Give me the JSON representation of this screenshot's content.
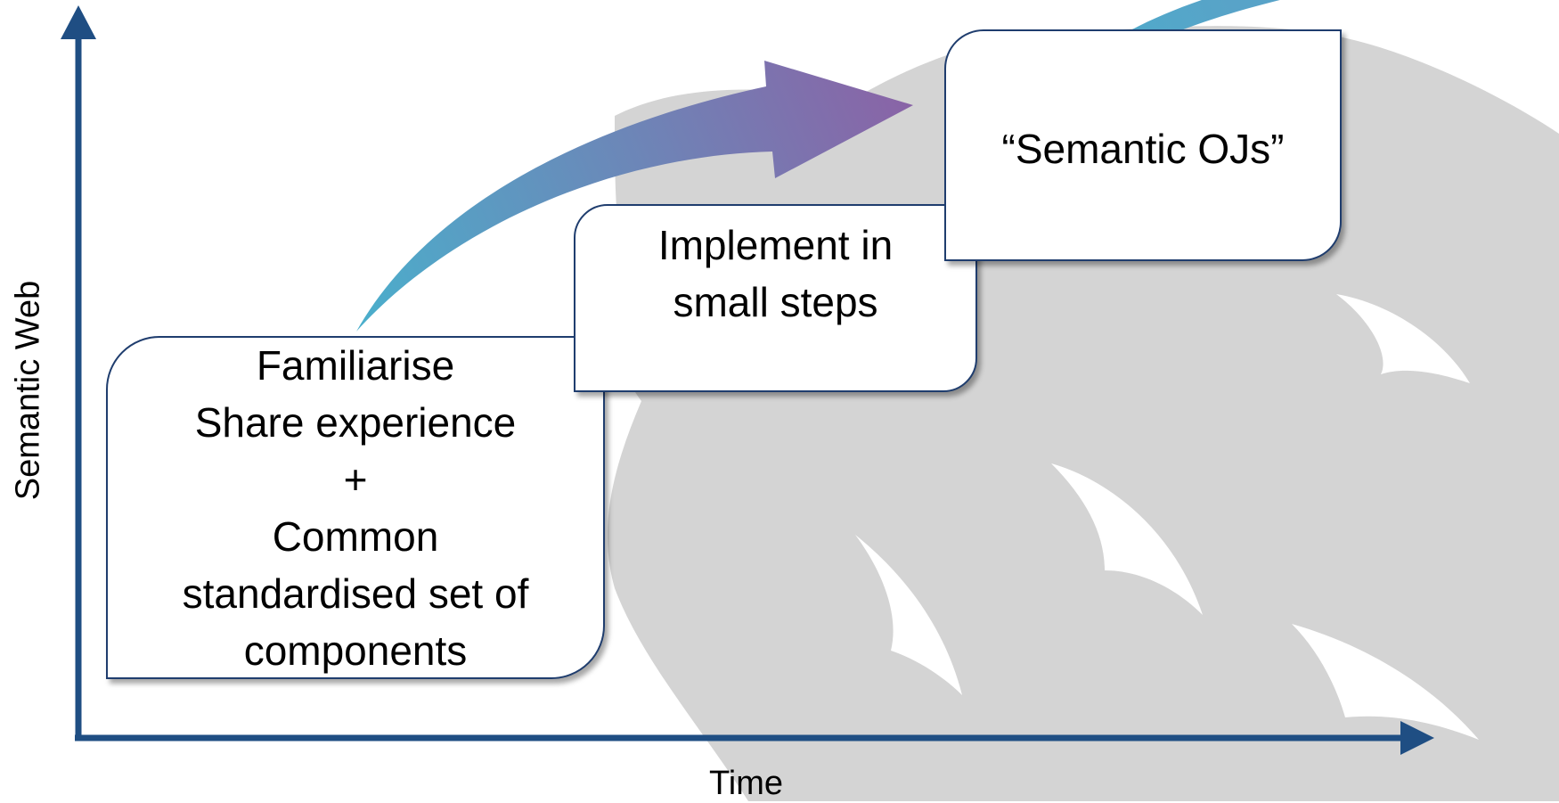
{
  "colors": {
    "axis": "#1f4e83",
    "box_border": "#1f3d6e",
    "watermark": "#d4d4d4",
    "arrow_start": "#4aafcc",
    "arrow_end": "#8a63a6"
  },
  "axes": {
    "x_label": "Time",
    "y_label": "Semantic Web"
  },
  "boxes": {
    "familiarise": {
      "lines": [
        "Familiarise",
        "Share experience",
        "+",
        "Common",
        "standardised set of",
        "components"
      ]
    },
    "implement": {
      "lines": [
        "Implement in",
        "small steps"
      ]
    },
    "semantic_ojs": {
      "lines": [
        "“Semantic OJs”"
      ]
    }
  },
  "icons": {
    "watermark": "university-crest-watermark-icon",
    "arrows": "curved-progress-arrow-icon"
  }
}
